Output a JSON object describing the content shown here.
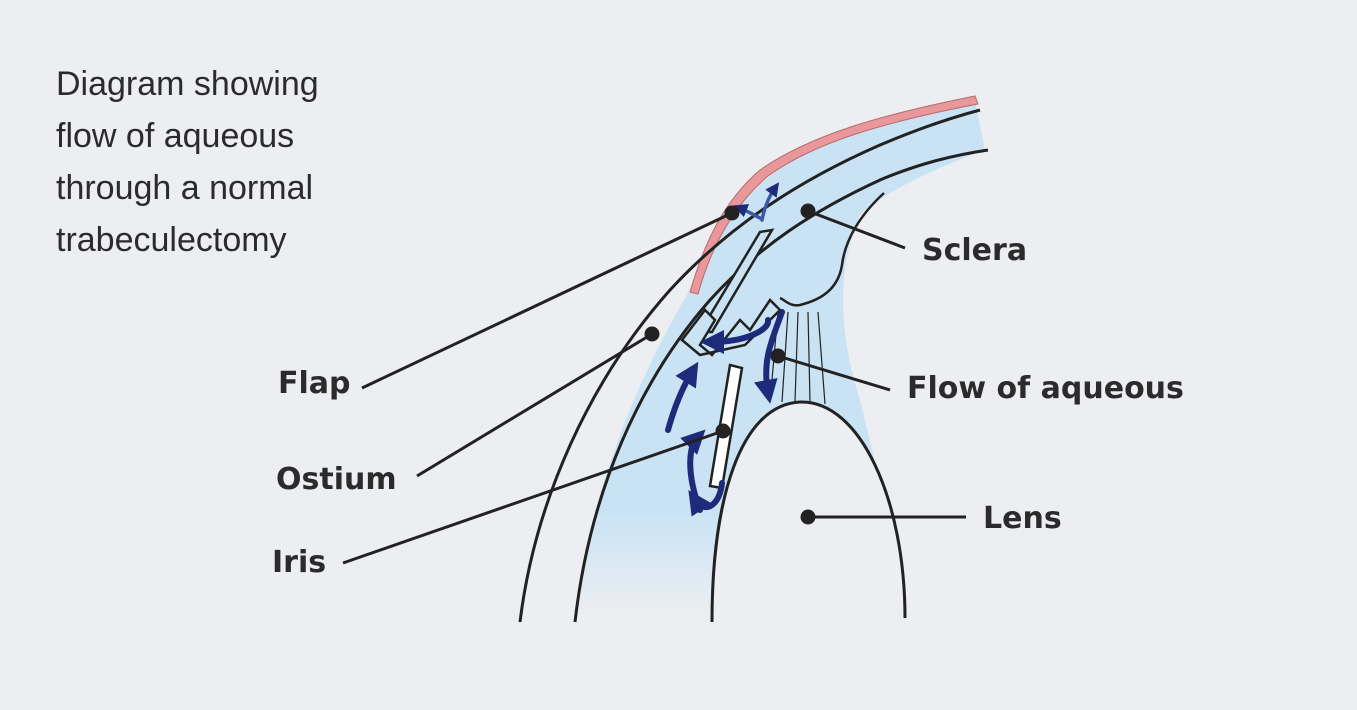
{
  "caption": {
    "lines": [
      "Diagram showing",
      "flow of aqueous",
      "through a normal",
      "trabeculectomy"
    ]
  },
  "labels": {
    "sclera": "Sclera",
    "flap": "Flap",
    "flow": "Flow of aqueous",
    "ostium": "Ostium",
    "iris": "Iris",
    "lens": "Lens"
  },
  "colors": {
    "background": "#ECEEF2",
    "aqueous": "#C9E3F4",
    "conjunctiva": "#E8989B",
    "arrow": "#1E2A7A",
    "line": "#222222"
  }
}
